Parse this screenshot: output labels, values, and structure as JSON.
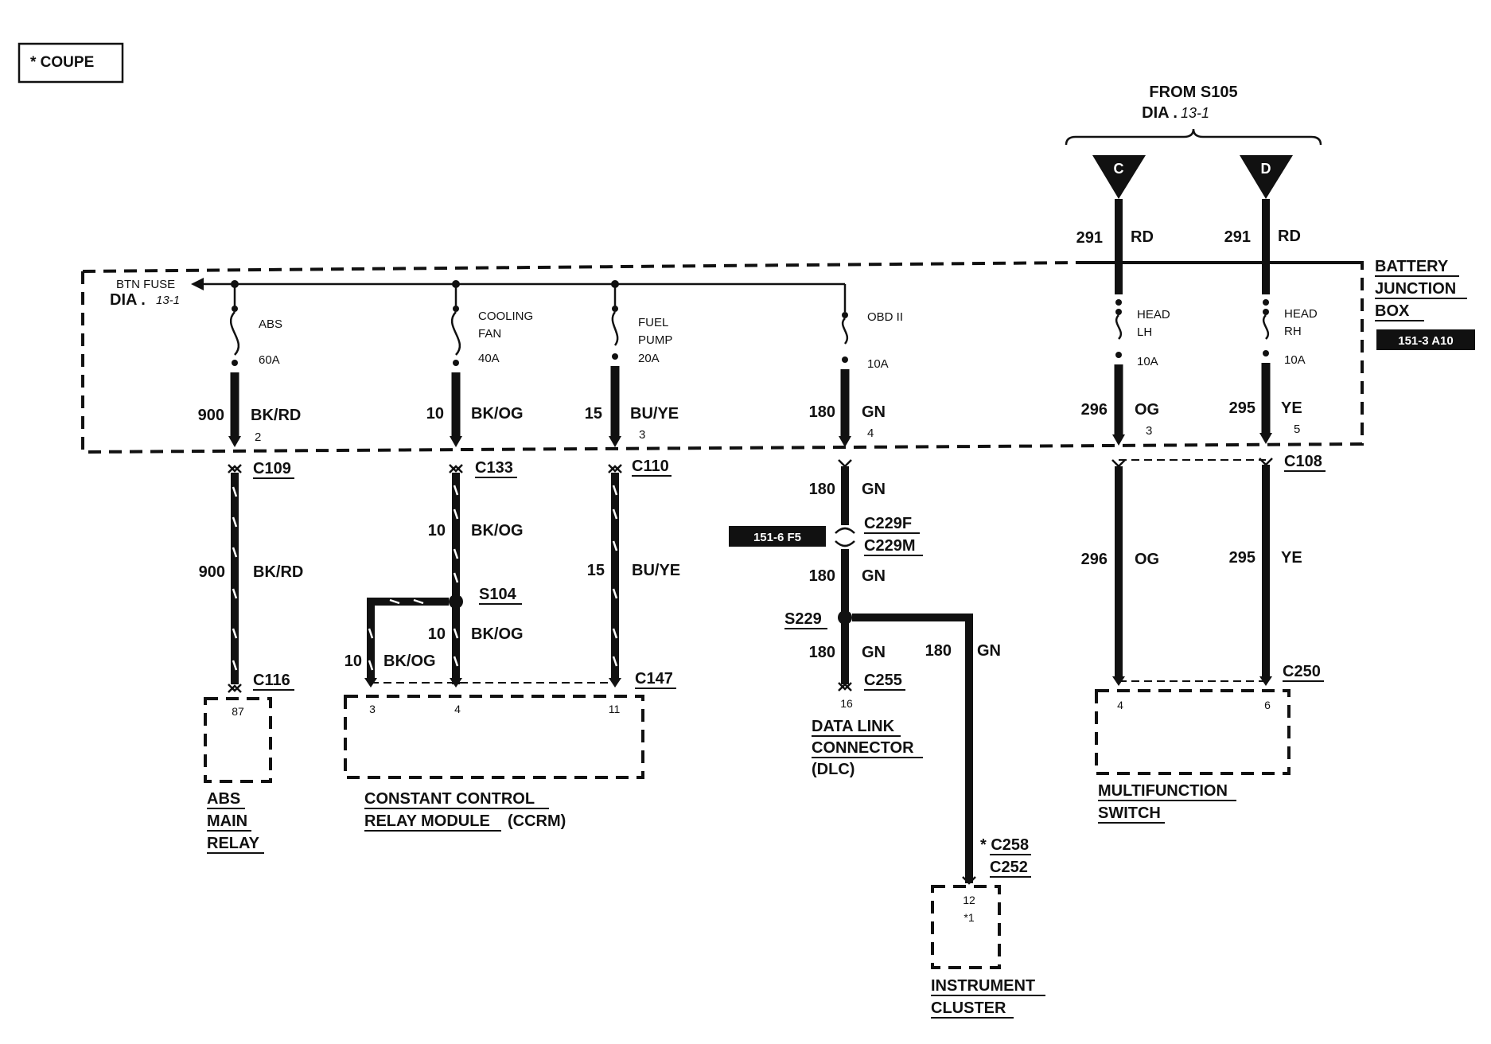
{
  "legend": {
    "coupe": "* COUPE"
  },
  "source": {
    "line1": "FROM S105",
    "line2_prefix": "DIA .",
    "line2_page": "13-1",
    "pin_c": "C",
    "pin_d": "D"
  },
  "btn_fuse": {
    "line1": "BTN FUSE",
    "line2_prefix": "DIA .",
    "line2_page": "13-1"
  },
  "bjb": {
    "line1": "BATTERY",
    "line2": "JUNCTION",
    "line3": "BOX",
    "ref": "151-3 A10"
  },
  "dlc_ref": "151-6 F5",
  "fuses": {
    "abs": {
      "name": "ABS",
      "rating": "60A"
    },
    "cooling_fan": {
      "name1": "COOLING",
      "name2": "FAN",
      "rating": "40A"
    },
    "fuel_pump": {
      "name1": "FUEL",
      "name2": "PUMP",
      "rating": "20A"
    },
    "obd": {
      "name": "OBD II",
      "rating": "10A"
    },
    "head_lh": {
      "name1": "HEAD",
      "name2": "LH",
      "rating": "10A"
    },
    "head_rh": {
      "name1": "HEAD",
      "name2": "RH",
      "rating": "10A"
    }
  },
  "wires": {
    "c291": {
      "num": "291",
      "color": "RD"
    },
    "d291": {
      "num": "291",
      "color": "RD"
    },
    "w900": {
      "num": "900",
      "color": "BK/RD"
    },
    "w10": {
      "num": "10",
      "color": "BK/OG"
    },
    "w15": {
      "num": "15",
      "color": "BU/YE"
    },
    "w180": {
      "num": "180",
      "color": "GN"
    },
    "w296": {
      "num": "296",
      "color": "OG"
    },
    "w295": {
      "num": "295",
      "color": "YE"
    }
  },
  "pins": {
    "abs_bjb": "2",
    "fuel_bjb": "3",
    "obd_bjb": "4",
    "lh_bjb": "3",
    "rh_bjb": "5",
    "abs_relay": "87",
    "ccrm_3": "3",
    "ccrm_4": "4",
    "ccrm_11": "11",
    "dlc": "16",
    "ic_12": "12",
    "ic_1": "*1",
    "mfs_4": "4",
    "mfs_6": "6"
  },
  "connectors": {
    "c109": "C109",
    "c133": "C133",
    "c110": "C110",
    "c108": "C108",
    "c229f": "C229F",
    "c229m": "C229M",
    "c116": "C116",
    "c147": "C147",
    "c255": "C255",
    "c250": "C250",
    "c258": "* C258",
    "c252": "C252"
  },
  "splices": {
    "s104": "S104",
    "s229": "S229"
  },
  "components": {
    "abs_relay": [
      "ABS",
      "MAIN",
      "RELAY"
    ],
    "ccrm": [
      "CONSTANT CONTROL",
      "RELAY MODULE",
      "(CCRM)"
    ],
    "dlc": [
      "DATA LINK",
      "CONNECTOR",
      "(DLC)"
    ],
    "cluster": [
      "INSTRUMENT",
      "CLUSTER"
    ],
    "mfs": [
      "MULTIFUNCTION",
      "SWITCH"
    ]
  }
}
